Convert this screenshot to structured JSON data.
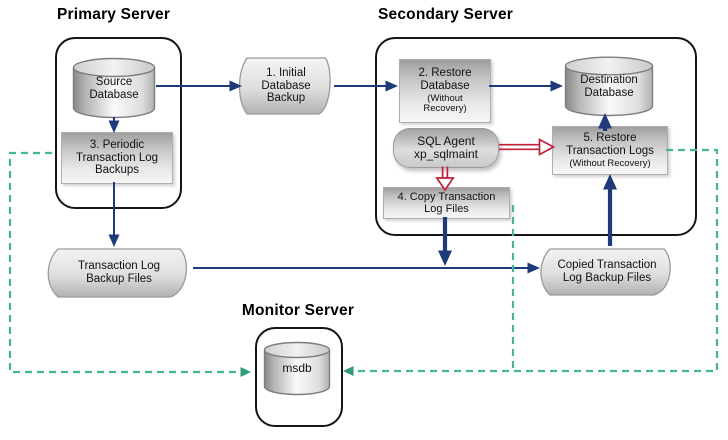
{
  "colors": {
    "arrow_blue": "#1e3a78",
    "arrow_red": "#c21f3a",
    "dashed_green": "#46b694",
    "green_arrowhead": "#2f9e74",
    "shape_gray_dark": "#9f9f9f",
    "shape_gray_light": "#f6f6f6",
    "outline_black": "#151515"
  },
  "groups": {
    "primary": {
      "title": "Primary Server"
    },
    "secondary": {
      "title": "Secondary Server"
    },
    "monitor": {
      "title": "Monitor Server"
    }
  },
  "nodes": {
    "source_db": {
      "shape": "cylinder",
      "label": "Source\nDatabase"
    },
    "periodic_backups": {
      "shape": "box",
      "label": "3. Periodic\nTransaction Log\nBackups"
    },
    "initial_backup": {
      "shape": "scroll",
      "label": "1. Initial\nDatabase\nBackup"
    },
    "restore_db": {
      "shape": "box",
      "label": "2. Restore\nDatabase",
      "sublabel": "(Without\nRecovery)"
    },
    "destination_db": {
      "shape": "cylinder",
      "label": "Destination\nDatabase"
    },
    "sql_agent": {
      "shape": "rounded-box",
      "label": "SQL Agent\nxp_sqlmaint"
    },
    "copy_logs": {
      "shape": "box",
      "label": "4. Copy Transaction\nLog Files"
    },
    "restore_logs": {
      "shape": "box",
      "label": "5. Restore\nTransaction Logs",
      "sublabel": "(Without Recovery)"
    },
    "tlog_backup_files": {
      "shape": "scroll",
      "label": "Transaction Log\nBackup Files"
    },
    "copied_tlog_backup_files": {
      "shape": "scroll",
      "label": "Copied Transaction\nLog Backup Files"
    },
    "msdb": {
      "shape": "cylinder",
      "label": "msdb"
    }
  },
  "edges": [
    {
      "from": "source_db",
      "to": "initial_backup",
      "style": "blue-solid"
    },
    {
      "from": "initial_backup",
      "to": "restore_db",
      "style": "blue-solid"
    },
    {
      "from": "restore_db",
      "to": "destination_db",
      "style": "blue-solid"
    },
    {
      "from": "source_db",
      "to": "periodic_backups",
      "style": "blue-solid"
    },
    {
      "from": "periodic_backups",
      "to": "tlog_backup_files",
      "style": "blue-solid"
    },
    {
      "from": "tlog_backup_files",
      "to": "copied_tlog_backup_files",
      "style": "blue-solid"
    },
    {
      "from": "copy_logs",
      "to": "copied_tlog_backup_files",
      "style": "blue-solid-thick"
    },
    {
      "from": "copied_tlog_backup_files",
      "to": "restore_logs",
      "style": "blue-solid-thick"
    },
    {
      "from": "restore_logs",
      "to": "destination_db",
      "style": "blue-solid-thick"
    },
    {
      "from": "sql_agent",
      "to": "restore_logs",
      "style": "red-outline"
    },
    {
      "from": "sql_agent",
      "to": "copy_logs",
      "style": "red-outline"
    },
    {
      "from": "periodic_backups",
      "to": "msdb",
      "style": "green-dashed"
    },
    {
      "from": "restore_logs",
      "to": "msdb",
      "style": "green-dashed"
    },
    {
      "from": "copy_logs",
      "to": "msdb",
      "style": "green-dashed"
    }
  ]
}
